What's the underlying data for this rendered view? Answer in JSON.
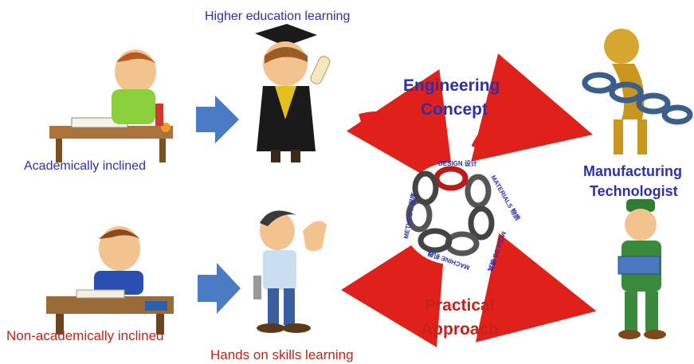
{
  "labels": {
    "higher_education": "Higher education learning",
    "academically_inclined": "Academically inclined",
    "non_academically_inclined": "Non-academically inclined",
    "hands_on": "Hands on skills learning",
    "engineering_concept_line1": "Engineering",
    "engineering_concept_line2": "Concept",
    "practical_approach_line1": "Practical",
    "practical_approach_line2": "Approach",
    "manufacturing_line1": "Manufacturing",
    "manufacturing_line2": "Technologist"
  },
  "ring_text": {
    "design": "DESIGN 设计",
    "materials": "MATERIALS 物质",
    "moulds": "MOULDS 模具",
    "machine": "MACHINE 机器",
    "methods": "METHODS 程序"
  },
  "colors": {
    "blue_text": "#2d2fb0",
    "red_text": "#c8201a",
    "arrow_blue": "#4a7bc4",
    "arrow_red": "#e0201a"
  },
  "icons": {
    "student_studying": "student-writing-illustration",
    "graduate": "graduate-illustration",
    "student_sleeping": "student-sleeping-illustration",
    "mechanic": "mechanic-illustration",
    "gold_figure": "gold-figure-chain-illustration",
    "worker": "worker-illustration",
    "chain_logo": "chain-ring-logo"
  }
}
